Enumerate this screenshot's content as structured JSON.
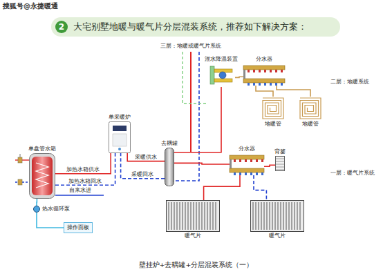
{
  "diagram": {
    "title": "大宅别墅地暖与暖气片分层混装系统，推荐如下解决方案：",
    "caption": "壁挂炉+去耦罐+分层混装系统（一）",
    "nodes": [
      {
        "text": [
          "单采暖炉"
        ]
      },
      {
        "text": [
          "单盘管水箱"
        ]
      },
      {
        "text": [
          "去耦罐"
        ]
      },
      {
        "text": [
          "混水降温装置"
        ]
      },
      {
        "text": [
          "分水器"
        ]
      },
      {
        "text": [
          "地暖管"
        ]
      },
      {
        "text": [
          "地暖管"
        ]
      },
      {
        "text": [
          "分水器"
        ]
      },
      {
        "text": [
          "背篓"
        ]
      },
      {
        "text": [
          "暖气片"
        ]
      },
      {
        "text": [
          "暖气片"
        ]
      },
      {
        "text": [
          "操作面板"
        ]
      },
      {
        "text": [
          "热水循环泵"
        ]
      }
    ],
    "edges": [
      {
        "from": 0,
        "to": 2,
        "label": "采暖供水",
        "arrow": "none"
      },
      {
        "from": 2,
        "to": 0,
        "label": "采暖回水",
        "arrow": "none"
      },
      {
        "from": 0,
        "to": 1,
        "label": "加热水箱供水",
        "arrow": "none"
      },
      {
        "from": 1,
        "to": 0,
        "label": "加热水箱回水",
        "arrow": "none"
      },
      {
        "from": 2,
        "to": 7,
        "arrow": "none"
      },
      {
        "from": 2,
        "to": 3,
        "arrow": "none"
      },
      {
        "from": 3,
        "to": 4,
        "arrow": "none"
      },
      {
        "from": 4,
        "to": 5,
        "arrow": "none"
      },
      {
        "from": 4,
        "to": 6,
        "arrow": "none"
      },
      {
        "from": 7,
        "to": 9,
        "arrow": "none"
      },
      {
        "from": 7,
        "to": 10,
        "arrow": "none"
      },
      {
        "from": 7,
        "to": 8,
        "arrow": "none"
      },
      {
        "from": 12,
        "to": 1,
        "arrow": "none"
      },
      {
        "from": 11,
        "to": 12,
        "arrow": "none"
      }
    ],
    "labels": [
      "搜狐号@永捷暖通",
      "2",
      "三层：地暖或暖气片系统",
      "二层：地暖系统",
      "一层：暖气片系统",
      "自来水进"
    ]
  }
}
